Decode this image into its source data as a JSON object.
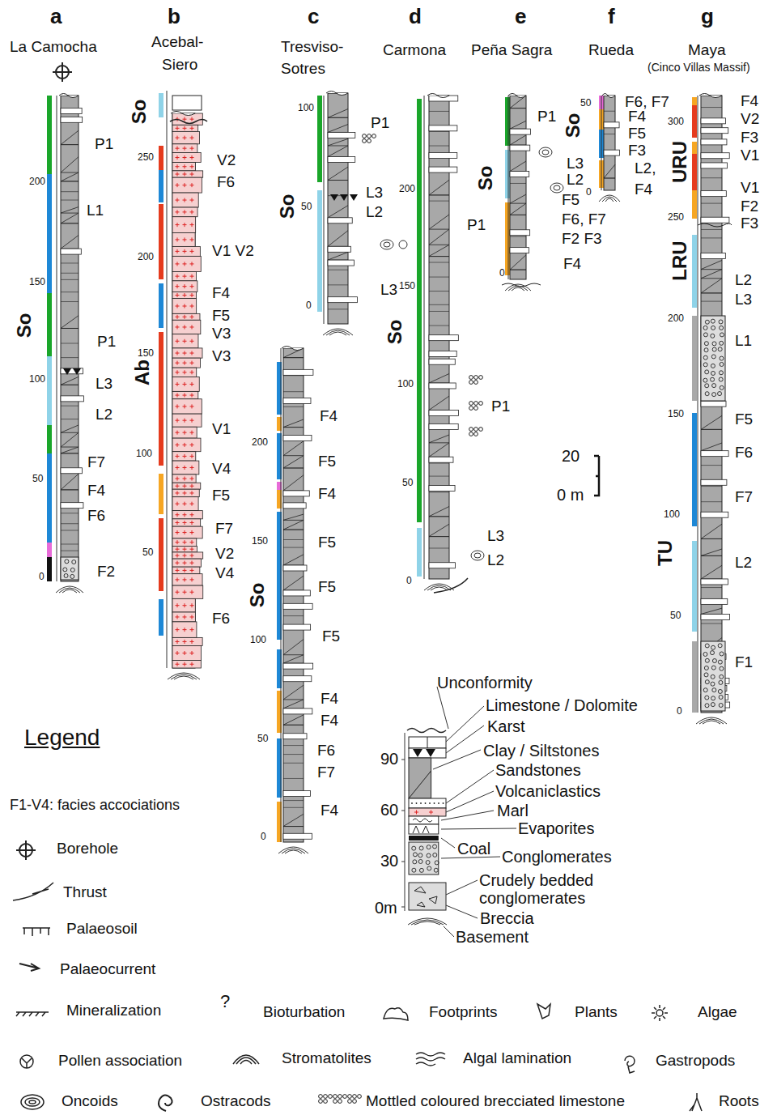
{
  "diagram": {
    "labels": [
      "a",
      "La Camocha",
      "So",
      "200",
      "150",
      "100",
      "50",
      "0",
      "P1",
      "L1",
      "P1",
      "L3",
      "L2",
      "F7",
      "F4",
      "F6",
      "F2",
      "b",
      "Acebal-",
      "Siero",
      "So",
      "Ab",
      "250",
      "200",
      "150",
      "100",
      "50",
      "V2",
      "F6",
      "V1 V2",
      "F4",
      "F5",
      "V3",
      "V3",
      "V1",
      "V4",
      "F5",
      "F7",
      "V2",
      "V4",
      "F6",
      "c",
      "Tresviso-",
      "Sotres",
      "So",
      "100",
      "50",
      "0",
      "P1",
      "L3",
      "L2",
      "L3",
      "So",
      "200",
      "150",
      "100",
      "50",
      "0",
      "F4",
      "F5",
      "F4",
      "F5",
      "F5",
      "F5",
      "F4",
      "F4",
      "F6",
      "F7",
      "F4",
      "d",
      "Carmona",
      "So",
      "200",
      "150",
      "100",
      "50",
      "0",
      "P1",
      "P1",
      "L3",
      "L2",
      "e",
      "Peña Sagra",
      "So",
      "0",
      "P1",
      "L3",
      "L2",
      "F5",
      "F6, F7",
      "F2 F3",
      "F4",
      "f",
      "Rueda",
      "So",
      "50",
      "0",
      "F6, F7",
      "F4",
      "F5",
      "F3",
      "L2,",
      "F4",
      "g",
      "Maya",
      "(Cinco Villas Massif)",
      "URU",
      "LRU",
      "TU",
      "300",
      "250",
      "200",
      "150",
      "100",
      "50",
      "0",
      "F4",
      "V2",
      "F3",
      "V1",
      "V1",
      "F2",
      "F3",
      "L2",
      "L3",
      "L1",
      "F5",
      "F6",
      "F7",
      "L2",
      "F1",
      "20",
      "0 m",
      "90",
      "60",
      "30",
      "0m",
      "Legend",
      "F1-V4: facies accociations",
      "?"
    ],
    "legend": [
      {
        "text": "Unconformity"
      },
      {
        "text": "Limestone / Dolomite"
      },
      {
        "text": "Karst"
      },
      {
        "text": "Clay / Siltstones"
      },
      {
        "text": "Sandstones"
      },
      {
        "text": "Volcaniclastics"
      },
      {
        "text": "Marl"
      },
      {
        "text": "Evaporites"
      },
      {
        "text": "Coal"
      },
      {
        "text": "Conglomerates"
      },
      {
        "text": "Crudely bedded conglomerates"
      },
      {
        "text": "Breccia"
      },
      {
        "text": "Basement"
      },
      {
        "text": "Borehole"
      },
      {
        "text": "Thrust"
      },
      {
        "text": "Palaeosoil"
      },
      {
        "text": "Palaeocurrent"
      },
      {
        "text": "Mineralization"
      },
      {
        "text": "Bioturbation"
      },
      {
        "text": "Footprints"
      },
      {
        "text": "Plants"
      },
      {
        "text": "Algae"
      },
      {
        "text": "Pollen association"
      },
      {
        "text": "Stromatolites"
      },
      {
        "text": "Algal lamination"
      },
      {
        "text": "Gastropods"
      },
      {
        "text": "Oncoids"
      },
      {
        "text": "Ostracods"
      },
      {
        "text": "Mottled coloured  brecciated limestone"
      },
      {
        "text": "Roots"
      }
    ]
  }
}
